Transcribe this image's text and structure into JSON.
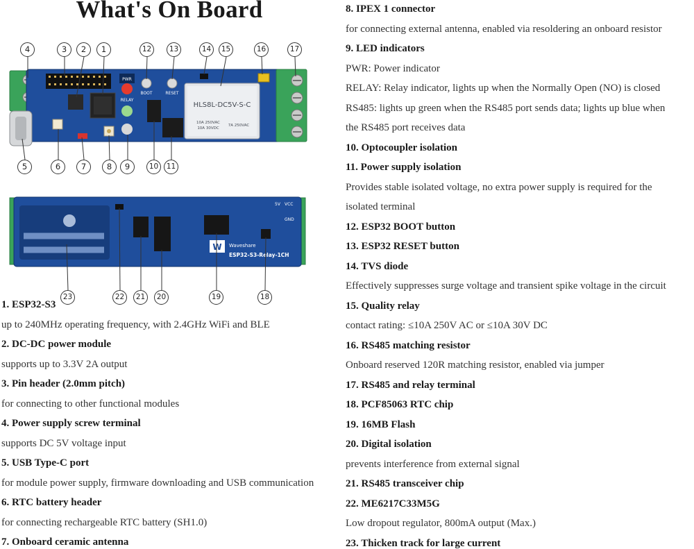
{
  "title": "What's On Board",
  "board_markings": {
    "relay_model": "HLS8L-DC5V-S-C",
    "relay_rating_1": "10A 250VAC",
    "relay_rating_2": "10A 30VDC",
    "relay_rating_3": "7A 250VAC",
    "pwr": "PWR",
    "relay": "RELAY",
    "boot": "BOOT",
    "reset": "RESET",
    "brand": "Waveshare",
    "model": "ESP32-S3-Relay-1CH",
    "gnd": "GND",
    "vcc": "VCC",
    "five_v": "5V"
  },
  "callouts": [
    "1",
    "2",
    "3",
    "4",
    "5",
    "6",
    "7",
    "8",
    "9",
    "10",
    "11",
    "12",
    "13",
    "14",
    "15",
    "16",
    "17",
    "18",
    "19",
    "20",
    "21",
    "22",
    "23"
  ],
  "left_lines": [
    {
      "text": "1. ESP32-S3",
      "bold": true
    },
    {
      "text": "up to 240MHz operating frequency, with 2.4GHz WiFi and BLE",
      "bold": false
    },
    {
      "text": "2. DC-DC power module",
      "bold": true
    },
    {
      "text": "supports up to 3.3V 2A output",
      "bold": false
    },
    {
      "text": "3. Pin header (2.0mm pitch)",
      "bold": true
    },
    {
      "text": "for connecting to other functional modules",
      "bold": false
    },
    {
      "text": "4. Power supply screw terminal",
      "bold": true
    },
    {
      "text": "supports DC 5V voltage input",
      "bold": false
    },
    {
      "text": "5. USB Type-C port",
      "bold": true
    },
    {
      "text": "for module power supply, firmware downloading and USB communication",
      "bold": false
    },
    {
      "text": "6. RTC battery header",
      "bold": true
    },
    {
      "text": "for connecting rechargeable RTC battery (SH1.0)",
      "bold": false
    },
    {
      "text": "7. Onboard ceramic antenna",
      "bold": true
    }
  ],
  "right_lines": [
    {
      "text": "8. IPEX 1 connector",
      "bold": true
    },
    {
      "text": "for connecting external antenna, enabled via resoldering an onboard resistor",
      "bold": false
    },
    {
      "text": "9. LED indicators",
      "bold": true
    },
    {
      "text": "PWR: Power indicator",
      "bold": false
    },
    {
      "text": "RELAY: Relay indicator, lights up when the Normally Open (NO) is closed",
      "bold": false
    },
    {
      "text": "RS485: lights up green when the RS485 port sends data; lights up blue when",
      "bold": false
    },
    {
      "text": "the RS485 port receives data",
      "bold": false
    },
    {
      "text": "10. Optocoupler isolation",
      "bold": true
    },
    {
      "text": "11. Power supply isolation",
      "bold": true
    },
    {
      "text": "Provides stable isolated voltage, no extra power supply is required for the",
      "bold": false
    },
    {
      "text": "isolated terminal",
      "bold": false
    },
    {
      "text": "12. ESP32 BOOT button",
      "bold": true
    },
    {
      "text": "13. ESP32 RESET button",
      "bold": true
    },
    {
      "text": "14. TVS diode",
      "bold": true
    },
    {
      "text": "Effectively suppresses surge voltage and transient spike voltage in the circuit",
      "bold": false
    },
    {
      "text": "15. Quality relay",
      "bold": true
    },
    {
      "text": "contact rating: ≤10A 250V AC or ≤10A 30V DC",
      "bold": false
    },
    {
      "text": "16. RS485 matching resistor",
      "bold": true
    },
    {
      "text": "Onboard reserved 120R matching resistor, enabled via jumper",
      "bold": false
    },
    {
      "text": "17. RS485 and relay terminal",
      "bold": true
    },
    {
      "text": "18. PCF85063 RTC chip",
      "bold": true
    },
    {
      "text": "19. 16MB Flash",
      "bold": true
    },
    {
      "text": "20. Digital isolation",
      "bold": true
    },
    {
      "text": "prevents interference from external signal",
      "bold": false
    },
    {
      "text": "21. RS485 transceiver chip",
      "bold": true
    },
    {
      "text": "22. ME6217C33M5G",
      "bold": true
    },
    {
      "text": "Low dropout regulator, 800mA output (Max.)",
      "bold": false
    },
    {
      "text": "23. Thicken track for large current",
      "bold": true
    }
  ],
  "colors": {
    "pcb": "#1f4e9c",
    "pcb_dark": "#173d7c",
    "terminal": "#3aa35a",
    "text": "#2b2b2b"
  }
}
